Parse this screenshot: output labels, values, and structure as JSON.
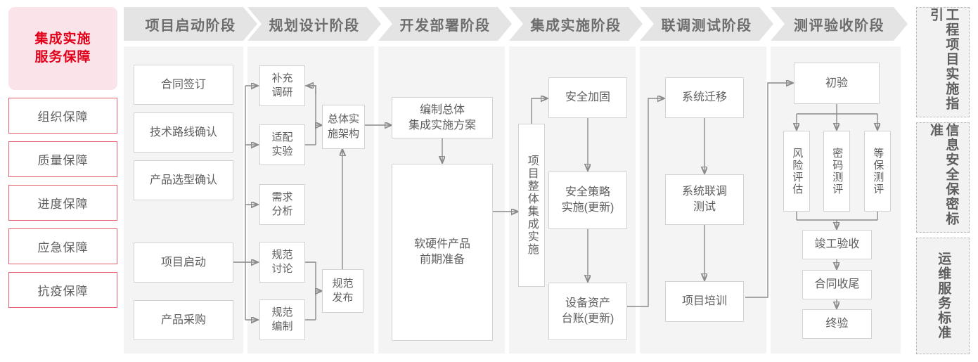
{
  "left_panel": {
    "title": "集成实施\n服务保障",
    "title_line1": "集成实施",
    "title_line2": "服务保障",
    "items": [
      {
        "label": "组织保障"
      },
      {
        "label": "质量保障"
      },
      {
        "label": "进度保障"
      },
      {
        "label": "应急保障"
      },
      {
        "label": "抗疫保障"
      }
    ]
  },
  "phases": [
    {
      "id": "start",
      "header": "项目启动阶段"
    },
    {
      "id": "plan",
      "header": "规划设计阶段"
    },
    {
      "id": "dev",
      "header": "开发部署阶段"
    },
    {
      "id": "integ",
      "header": "集成实施阶段"
    },
    {
      "id": "test",
      "header": "联调测试阶段"
    },
    {
      "id": "accept",
      "header": "测评验收阶段"
    }
  ],
  "nodes": {
    "start": [
      {
        "label": "合同签订"
      },
      {
        "label": "技术路线确认"
      },
      {
        "label": "产品选型确认"
      },
      {
        "label": "项目启动"
      },
      {
        "label": "产品采购"
      }
    ],
    "plan": [
      {
        "label": "补充\n调研"
      },
      {
        "label": "适配\n实验"
      },
      {
        "label": "需求\n分析"
      },
      {
        "label": "规范\n讨论"
      },
      {
        "label": "规范\n编制"
      },
      {
        "label": "总体实\n施架构"
      },
      {
        "label": "规范\n发布"
      }
    ],
    "dev": [
      {
        "label": "编制总体\n集成实施方案"
      },
      {
        "label": "软硬件产品\n前期准备"
      }
    ],
    "integ": [
      {
        "label": "项目整体集成实施"
      },
      {
        "label": "安全加固"
      },
      {
        "label": "安全策略\n实施(更新)"
      },
      {
        "label": "设备资产\n台账(更新)"
      }
    ],
    "test": [
      {
        "label": "系统迁移"
      },
      {
        "label": "系统联调\n测试"
      },
      {
        "label": "项目培训"
      }
    ],
    "accept": [
      {
        "label": "初验"
      },
      {
        "label": "风险评估"
      },
      {
        "label": "密码测评"
      },
      {
        "label": "等保测评"
      },
      {
        "label": "竣工验收"
      },
      {
        "label": "合同收尾"
      },
      {
        "label": "终验"
      }
    ]
  },
  "standards": [
    {
      "label": "工程项目实施指引"
    },
    {
      "label": "信息安全保密标准"
    },
    {
      "label": "运维服务标准"
    }
  ],
  "colors": {
    "accent_red": "#e1001a",
    "accent_pink_bg": "#fbe4e9",
    "accent_border": "#e2606f",
    "band_bg": "#f4f4f4",
    "header_bg": "#e4e4e4",
    "node_border": "#d2d2d2",
    "text_gray": "#5e5e5e",
    "wire": "#8a8a8a"
  }
}
